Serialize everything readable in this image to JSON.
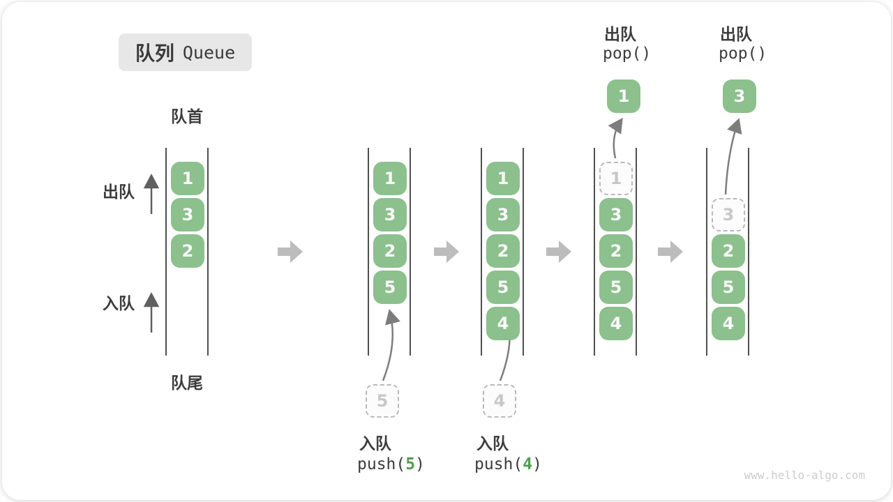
{
  "title": {
    "zh": "队列",
    "en": "Queue"
  },
  "side_labels": {
    "front": "队首",
    "rear": "队尾",
    "dequeue": "出队",
    "enqueue": "入队"
  },
  "watermark": "www.hello-algo.com",
  "colors": {
    "box_green": "#8cc08d",
    "accent_green": "#4f9e4f",
    "rail_gray": "#4f4f4f",
    "block_arrow_gray": "#bcbcbc",
    "dashed_border": "#b9b9b9"
  },
  "states": [
    {
      "slots": [
        {
          "value": "1"
        },
        {
          "value": "3"
        },
        {
          "value": "2"
        }
      ]
    },
    {
      "slots": [
        {
          "value": "1"
        },
        {
          "value": "3"
        },
        {
          "value": "2"
        },
        {
          "value": "5"
        }
      ],
      "staged_value": "5",
      "op": {
        "label": "入队",
        "code_pre": "push(",
        "code_arg": "5",
        "code_post": ")"
      }
    },
    {
      "slots": [
        {
          "value": "1"
        },
        {
          "value": "3"
        },
        {
          "value": "2"
        },
        {
          "value": "5"
        },
        {
          "value": "4"
        }
      ],
      "staged_value": "4",
      "op": {
        "label": "入队",
        "code_pre": "push(",
        "code_arg": "4",
        "code_post": ")"
      }
    },
    {
      "slots": [
        {
          "value": "1",
          "dashed": true
        },
        {
          "value": "3"
        },
        {
          "value": "2"
        },
        {
          "value": "5"
        },
        {
          "value": "4"
        }
      ],
      "popped_value": "1",
      "op": {
        "label": "出队",
        "code": "pop()"
      }
    },
    {
      "slots": [
        {
          "value": "3",
          "dashed": true
        },
        {
          "value": "2"
        },
        {
          "value": "5"
        },
        {
          "value": "4"
        }
      ],
      "popped_value": "3",
      "op": {
        "label": "出队",
        "code": "pop()"
      }
    }
  ]
}
